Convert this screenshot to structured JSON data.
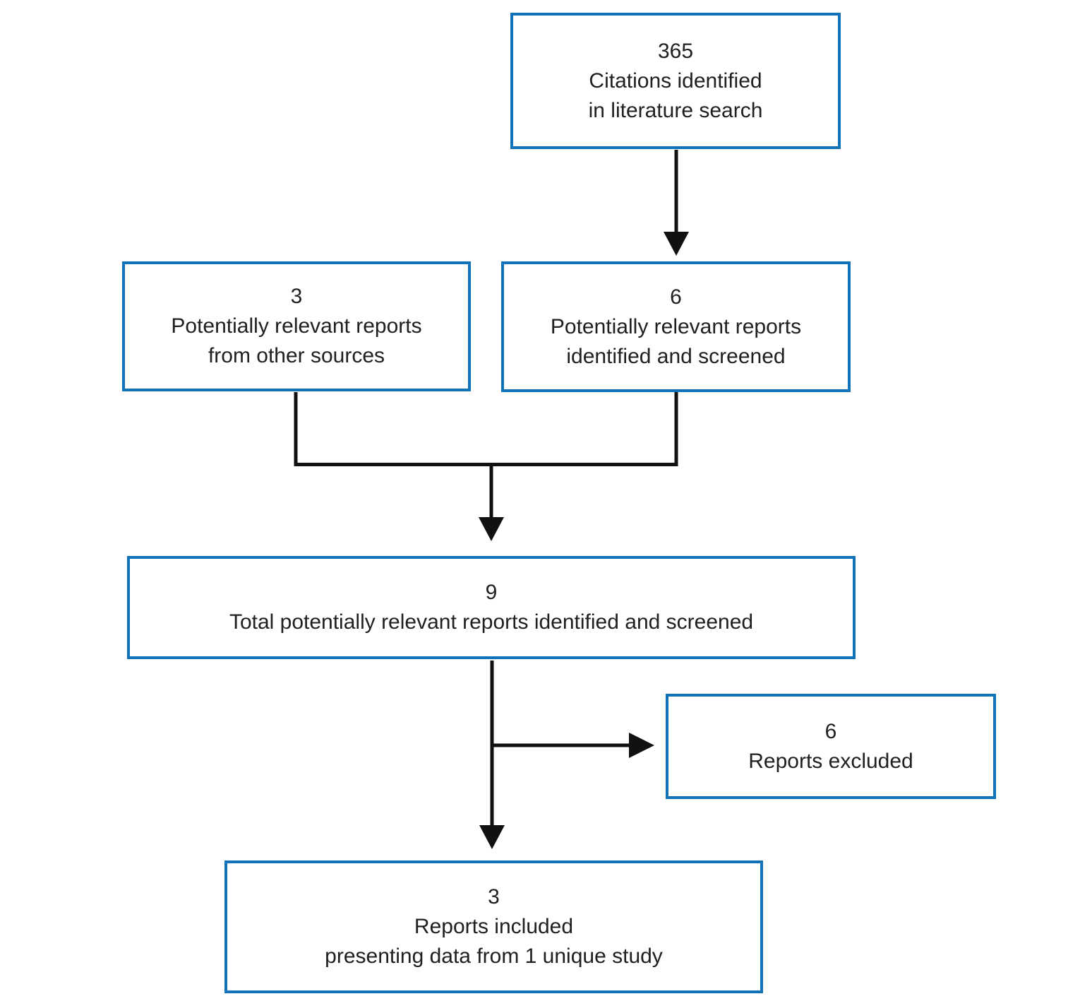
{
  "colors": {
    "box_border": "#1272b8",
    "connector": "#111111",
    "text": "#202020",
    "background": "#ffffff"
  },
  "nodes": {
    "citations_identified": {
      "count": "365",
      "lines": [
        "Citations identified",
        "in literature search"
      ]
    },
    "other_sources": {
      "count": "3",
      "lines": [
        "Potentially relevant reports",
        "from other sources"
      ]
    },
    "reports_screened": {
      "count": "6",
      "lines": [
        "Potentially relevant reports",
        "identified and screened"
      ]
    },
    "total_reports": {
      "count": "9",
      "lines": [
        "Total potentially relevant reports identified and screened"
      ]
    },
    "reports_excluded": {
      "count": "6",
      "lines": [
        "Reports excluded"
      ]
    },
    "reports_included": {
      "count": "3",
      "lines": [
        "Reports included",
        "presenting data from 1 unique study"
      ]
    }
  },
  "edges": [
    {
      "from": "citations_identified",
      "to": "reports_screened"
    },
    {
      "from": "other_sources",
      "to": "total_reports"
    },
    {
      "from": "reports_screened",
      "to": "total_reports"
    },
    {
      "from": "total_reports",
      "to": "reports_excluded"
    },
    {
      "from": "total_reports",
      "to": "reports_included"
    }
  ]
}
